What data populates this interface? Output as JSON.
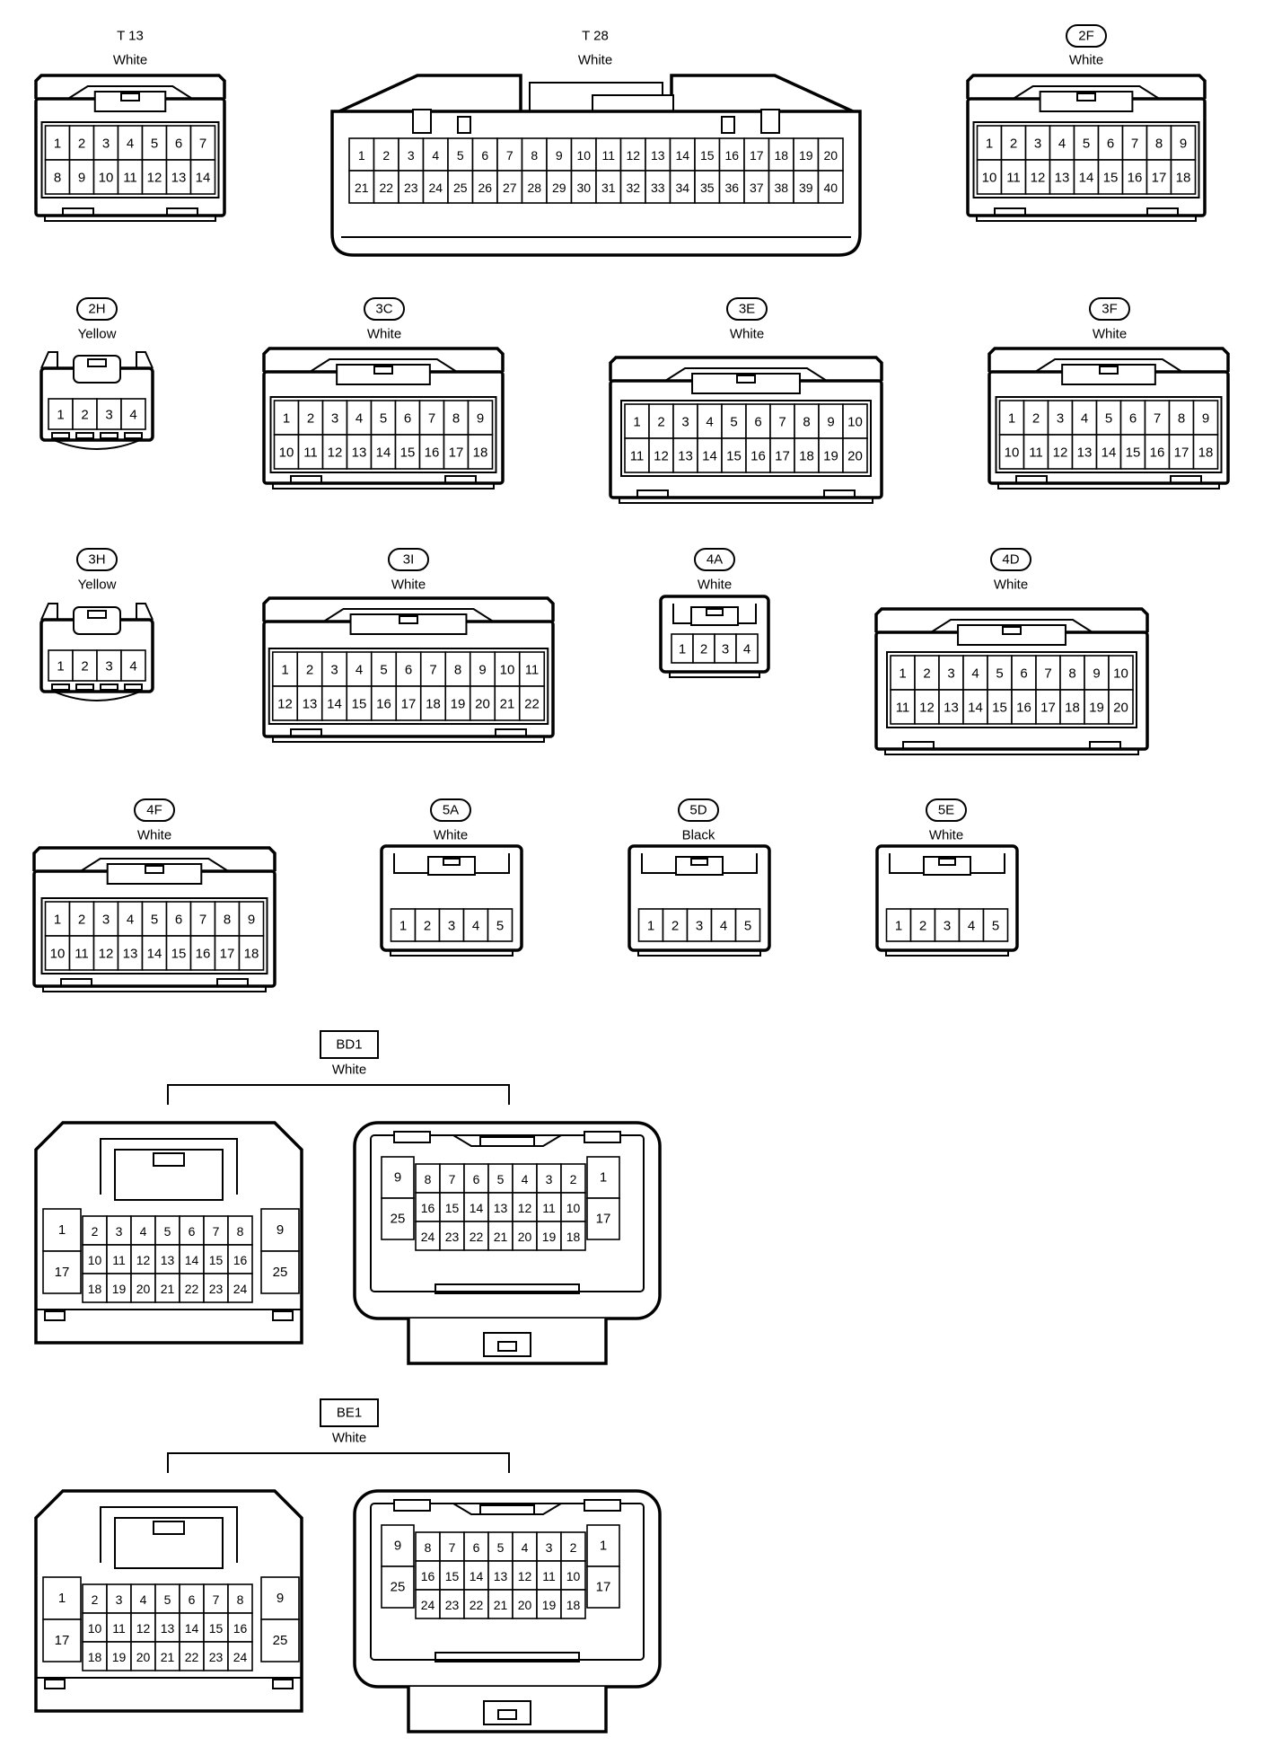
{
  "colors": {
    "line": "#000000",
    "background": "#ffffff"
  },
  "connectors": [
    {
      "id": "T 13",
      "boxed": false,
      "color": "White",
      "rows": [
        [
          "1",
          "2",
          "3",
          "4",
          "5",
          "6",
          "7"
        ],
        [
          "8",
          "9",
          "10",
          "11",
          "12",
          "13",
          "14"
        ]
      ]
    },
    {
      "id": "T 28",
      "boxed": false,
      "color": "White",
      "rows": [
        [
          "1",
          "2",
          "3",
          "4",
          "5",
          "6",
          "7",
          "8",
          "9",
          "10",
          "11",
          "12",
          "13",
          "14",
          "15",
          "16",
          "17",
          "18",
          "19",
          "20"
        ],
        [
          "21",
          "22",
          "23",
          "24",
          "25",
          "26",
          "27",
          "28",
          "29",
          "30",
          "31",
          "32",
          "33",
          "34",
          "35",
          "36",
          "37",
          "38",
          "39",
          "40"
        ]
      ]
    },
    {
      "id": "2F",
      "boxed": true,
      "color": "White",
      "rows": [
        [
          "1",
          "2",
          "3",
          "4",
          "5",
          "6",
          "7",
          "8",
          "9"
        ],
        [
          "10",
          "11",
          "12",
          "13",
          "14",
          "15",
          "16",
          "17",
          "18"
        ]
      ]
    },
    {
      "id": "2H",
      "boxed": true,
      "color": "Yellow",
      "rows": [
        [
          "1",
          "2",
          "3",
          "4"
        ]
      ]
    },
    {
      "id": "3C",
      "boxed": true,
      "color": "White",
      "rows": [
        [
          "1",
          "2",
          "3",
          "4",
          "5",
          "6",
          "7",
          "8",
          "9"
        ],
        [
          "10",
          "11",
          "12",
          "13",
          "14",
          "15",
          "16",
          "17",
          "18"
        ]
      ]
    },
    {
      "id": "3E",
      "boxed": true,
      "color": "White",
      "rows": [
        [
          "1",
          "2",
          "3",
          "4",
          "5",
          "6",
          "7",
          "8",
          "9",
          "10"
        ],
        [
          "11",
          "12",
          "13",
          "14",
          "15",
          "16",
          "17",
          "18",
          "19",
          "20"
        ]
      ]
    },
    {
      "id": "3F",
      "boxed": true,
      "color": "White",
      "rows": [
        [
          "1",
          "2",
          "3",
          "4",
          "5",
          "6",
          "7",
          "8",
          "9"
        ],
        [
          "10",
          "11",
          "12",
          "13",
          "14",
          "15",
          "16",
          "17",
          "18"
        ]
      ]
    },
    {
      "id": "3H",
      "boxed": true,
      "color": "Yellow",
      "rows": [
        [
          "1",
          "2",
          "3",
          "4"
        ]
      ]
    },
    {
      "id": "3I",
      "boxed": true,
      "color": "White",
      "rows": [
        [
          "1",
          "2",
          "3",
          "4",
          "5",
          "6",
          "7",
          "8",
          "9",
          "10",
          "11"
        ],
        [
          "12",
          "13",
          "14",
          "15",
          "16",
          "17",
          "18",
          "19",
          "20",
          "21",
          "22"
        ]
      ]
    },
    {
      "id": "4A",
      "boxed": true,
      "color": "White",
      "rows": [
        [
          "1",
          "2",
          "3",
          "4"
        ]
      ]
    },
    {
      "id": "4D",
      "boxed": true,
      "color": "White",
      "rows": [
        [
          "1",
          "2",
          "3",
          "4",
          "5",
          "6",
          "7",
          "8",
          "9",
          "10"
        ],
        [
          "11",
          "12",
          "13",
          "14",
          "15",
          "16",
          "17",
          "18",
          "19",
          "20"
        ]
      ]
    },
    {
      "id": "4F",
      "boxed": true,
      "color": "White",
      "rows": [
        [
          "1",
          "2",
          "3",
          "4",
          "5",
          "6",
          "7",
          "8",
          "9"
        ],
        [
          "10",
          "11",
          "12",
          "13",
          "14",
          "15",
          "16",
          "17",
          "18"
        ]
      ]
    },
    {
      "id": "5A",
      "boxed": true,
      "color": "White",
      "rows": [
        [
          "1",
          "2",
          "3",
          "4",
          "5"
        ]
      ]
    },
    {
      "id": "5D",
      "boxed": true,
      "color": "Black",
      "rows": [
        [
          "1",
          "2",
          "3",
          "4",
          "5"
        ]
      ]
    },
    {
      "id": "5E",
      "boxed": true,
      "color": "White",
      "rows": [
        [
          "1",
          "2",
          "3",
          "4",
          "5"
        ]
      ]
    }
  ],
  "pairs": [
    {
      "id": "BD1",
      "color": "White",
      "left": {
        "side_top": [
          "1",
          "9"
        ],
        "side_bottom": [
          "17",
          "25"
        ],
        "rows": [
          [
            "2",
            "3",
            "4",
            "5",
            "6",
            "7",
            "8"
          ],
          [
            "10",
            "11",
            "12",
            "13",
            "14",
            "15",
            "16"
          ],
          [
            "18",
            "19",
            "20",
            "21",
            "22",
            "23",
            "24"
          ]
        ]
      },
      "right": {
        "side_top": [
          "9",
          "1"
        ],
        "side_bottom": [
          "25",
          "17"
        ],
        "rows": [
          [
            "8",
            "7",
            "6",
            "5",
            "4",
            "3",
            "2"
          ],
          [
            "16",
            "15",
            "14",
            "13",
            "12",
            "11",
            "10"
          ],
          [
            "24",
            "23",
            "22",
            "21",
            "20",
            "19",
            "18"
          ]
        ]
      }
    },
    {
      "id": "BE1",
      "color": "White",
      "left": {
        "side_top": [
          "1",
          "9"
        ],
        "side_bottom": [
          "17",
          "25"
        ],
        "rows": [
          [
            "2",
            "3",
            "4",
            "5",
            "6",
            "7",
            "8"
          ],
          [
            "10",
            "11",
            "12",
            "13",
            "14",
            "15",
            "16"
          ],
          [
            "18",
            "19",
            "20",
            "21",
            "22",
            "23",
            "24"
          ]
        ]
      },
      "right": {
        "side_top": [
          "9",
          "1"
        ],
        "side_bottom": [
          "25",
          "17"
        ],
        "rows": [
          [
            "8",
            "7",
            "6",
            "5",
            "4",
            "3",
            "2"
          ],
          [
            "16",
            "15",
            "14",
            "13",
            "12",
            "11",
            "10"
          ],
          [
            "24",
            "23",
            "22",
            "21",
            "20",
            "19",
            "18"
          ]
        ]
      }
    }
  ]
}
